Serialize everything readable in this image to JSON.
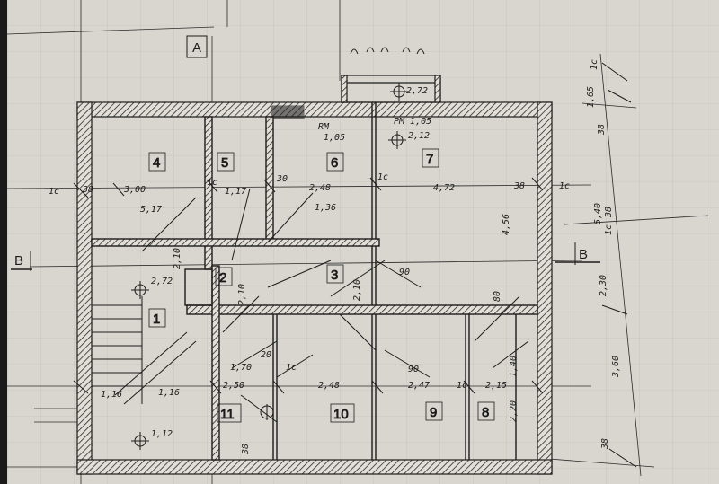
{
  "axes": {
    "a_top": "A",
    "b_left": "B",
    "b_right": "B"
  },
  "rooms": [
    {
      "id": "r4",
      "label": "4"
    },
    {
      "id": "r5",
      "label": "5"
    },
    {
      "id": "r6",
      "label": "6"
    },
    {
      "id": "r7",
      "label": "7"
    },
    {
      "id": "r3",
      "label": "3"
    },
    {
      "id": "r2",
      "label": "2"
    },
    {
      "id": "r1",
      "label": "1"
    },
    {
      "id": "r11",
      "label": "11"
    },
    {
      "id": "r10",
      "label": "10"
    },
    {
      "id": "r9",
      "label": "9"
    },
    {
      "id": "r8",
      "label": "8"
    }
  ],
  "dimensions": {
    "d_1c_left": "1c",
    "d_38_left": "38",
    "d_300": "3,00",
    "d_1c_a": "1c",
    "d_117": "1,17",
    "d_30": "30",
    "d_248_top": "2,48",
    "d_1c_b": "1c",
    "d_472": "4,72",
    "d_38_right": "38",
    "d_1c_right": "1c",
    "d_136": "1,36",
    "d_5c17": "5,17",
    "d_456": "4,56",
    "d_540": "5,40",
    "d_38_v": "38",
    "d_1c_v": "1c",
    "d_230": "2,30",
    "d_360": "3,60",
    "d_170": "1,70",
    "d_20": "20",
    "d_1c_mid": "1c",
    "d_250": "2,50",
    "d_248_bot": "2,48",
    "d_247": "2,47",
    "d_1c_bot": "1c",
    "d_215": "2,15",
    "d_116": "1,16",
    "d_116b": "1,16",
    "d_210a": "2,10",
    "d_210b": "2,10",
    "d_210c": "2,10",
    "d_90": "90",
    "d_80": "80",
    "d_2pt72": "2,72",
    "d_1pt12": "1,12",
    "d_rm": "RM",
    "d_105": "1,05",
    "d_2pt72b": "2,72",
    "d_pm105": "PM 1,05",
    "d_2pt12": "2,12",
    "d_38_bot": "38",
    "d_38_mid": "38",
    "d_1pt40": "1,40",
    "d_90b": "90",
    "d_220": "2,20",
    "d_165": "1,65",
    "d_1c_top_r": "1c",
    "d_38_top_r": "38"
  },
  "colors": {
    "sheet": "#d9d6cf",
    "ink": "#1c1c1c",
    "wall_hatch": "#2a2a2a"
  }
}
